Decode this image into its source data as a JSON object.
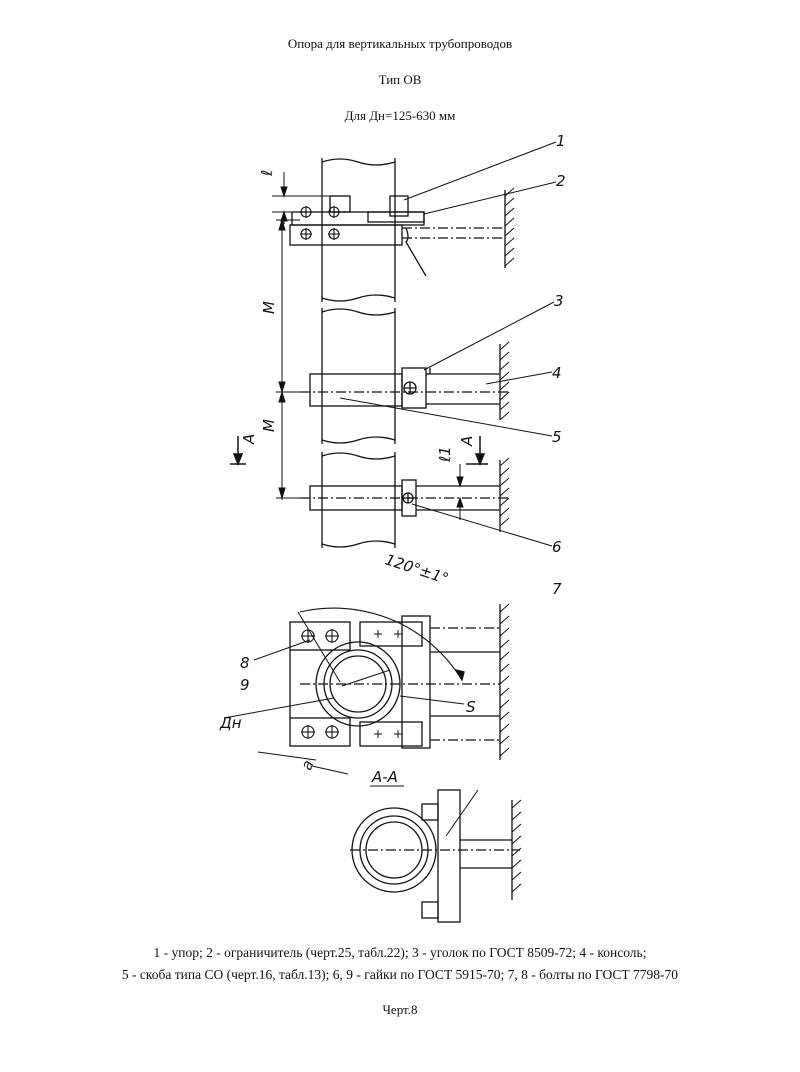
{
  "header": {
    "title": "Опора для вертикальных трубопроводов",
    "type": "Тип ОВ",
    "range": "Для Дн=125-630 мм"
  },
  "drawing": {
    "callouts": [
      "1",
      "2",
      "3",
      "4",
      "5",
      "6",
      "7",
      "8",
      "9"
    ],
    "dim_l": "ℓ",
    "dim_m": "M",
    "dim_l1": "ℓ1",
    "section_mark": "А",
    "angle": "120°±1°",
    "diam": "Дн",
    "dim_s": "S",
    "dim_a": "a",
    "section_title": "А-А"
  },
  "legend": {
    "line1": "1 - упор; 2 - ограничитель (черт.25, табл.22); 3 - уголок по ГОСТ 8509-72; 4 - консоль;",
    "line2": "5 - скоба типа СО (черт.16, табл.13); 6, 9 - гайки по ГОСТ 5915-70; 7, 8 - болты по ГОСТ 7798-70"
  },
  "footer": {
    "label": "Черт.8"
  }
}
